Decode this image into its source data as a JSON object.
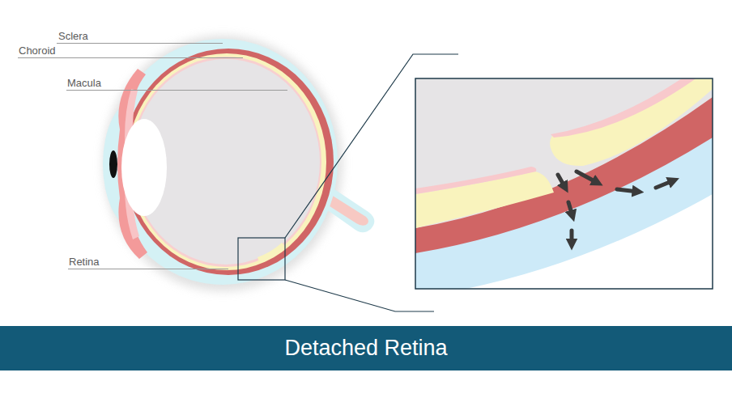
{
  "diagram": {
    "title": "Detached Retina",
    "labels": [
      "Sclera",
      "Choroid",
      "Macula",
      "Retina"
    ]
  }
}
